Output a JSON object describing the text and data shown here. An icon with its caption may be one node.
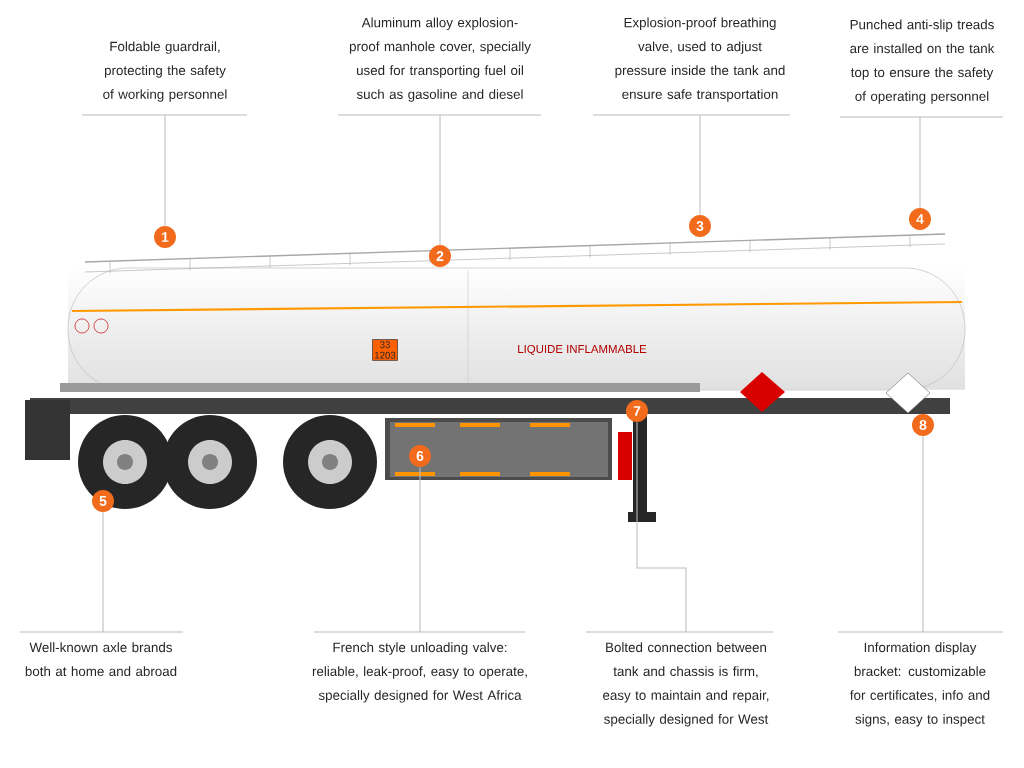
{
  "diagram": {
    "nodes": [
      {
        "text": [
          "Foldable guardrail, protecting the safety of working personnel"
        ]
      },
      {
        "text": [
          "Aluminum alloy explosion-proof manhole cover, specially used for transporting fuel oil such as gasoline and diesel"
        ]
      },
      {
        "text": [
          "Explosion-proof breathing valve, used to adjust pressure inside the tank and ensure safe transportation"
        ]
      },
      {
        "text": [
          "Punched anti-slip treads are installed on the tank top to ensure the safety of operating personnel"
        ]
      },
      {
        "text": [
          "Well-known axle brands both at home and abroad"
        ]
      },
      {
        "text": [
          "French style unloading valve: reliable, leak-proof, easy to operate, specially designed for West Africa"
        ]
      },
      {
        "text": [
          "Bolted connection between tank and chassis is firm, easy to maintain and repair, specially designed for West"
        ]
      },
      {
        "text": [
          "Information display bracket: customizable for certificates, info and signs, easy to inspect"
        ]
      },
      {
        "text": [
          "1"
        ]
      },
      {
        "text": [
          "2"
        ]
      },
      {
        "text": [
          "3"
        ]
      },
      {
        "text": [
          "4"
        ]
      },
      {
        "text": [
          "5"
        ]
      },
      {
        "text": [
          "6"
        ]
      },
      {
        "text": [
          "7"
        ]
      },
      {
        "text": [
          "8"
        ]
      }
    ],
    "edges": [
      {
        "from": 8,
        "to": 0,
        "arrow": "none"
      },
      {
        "from": 9,
        "to": 1,
        "arrow": "none"
      },
      {
        "from": 10,
        "to": 2,
        "arrow": "none"
      },
      {
        "from": 11,
        "to": 3,
        "arrow": "none"
      },
      {
        "from": 12,
        "to": 4,
        "arrow": "none"
      },
      {
        "from": 13,
        "to": 5,
        "arrow": "none"
      },
      {
        "from": 14,
        "to": 6,
        "arrow": "none"
      },
      {
        "from": 15,
        "to": 7,
        "arrow": "none"
      }
    ],
    "labels": [
      "33",
      "1203",
      "LIQUIDE INFLAMMABLE"
    ]
  }
}
